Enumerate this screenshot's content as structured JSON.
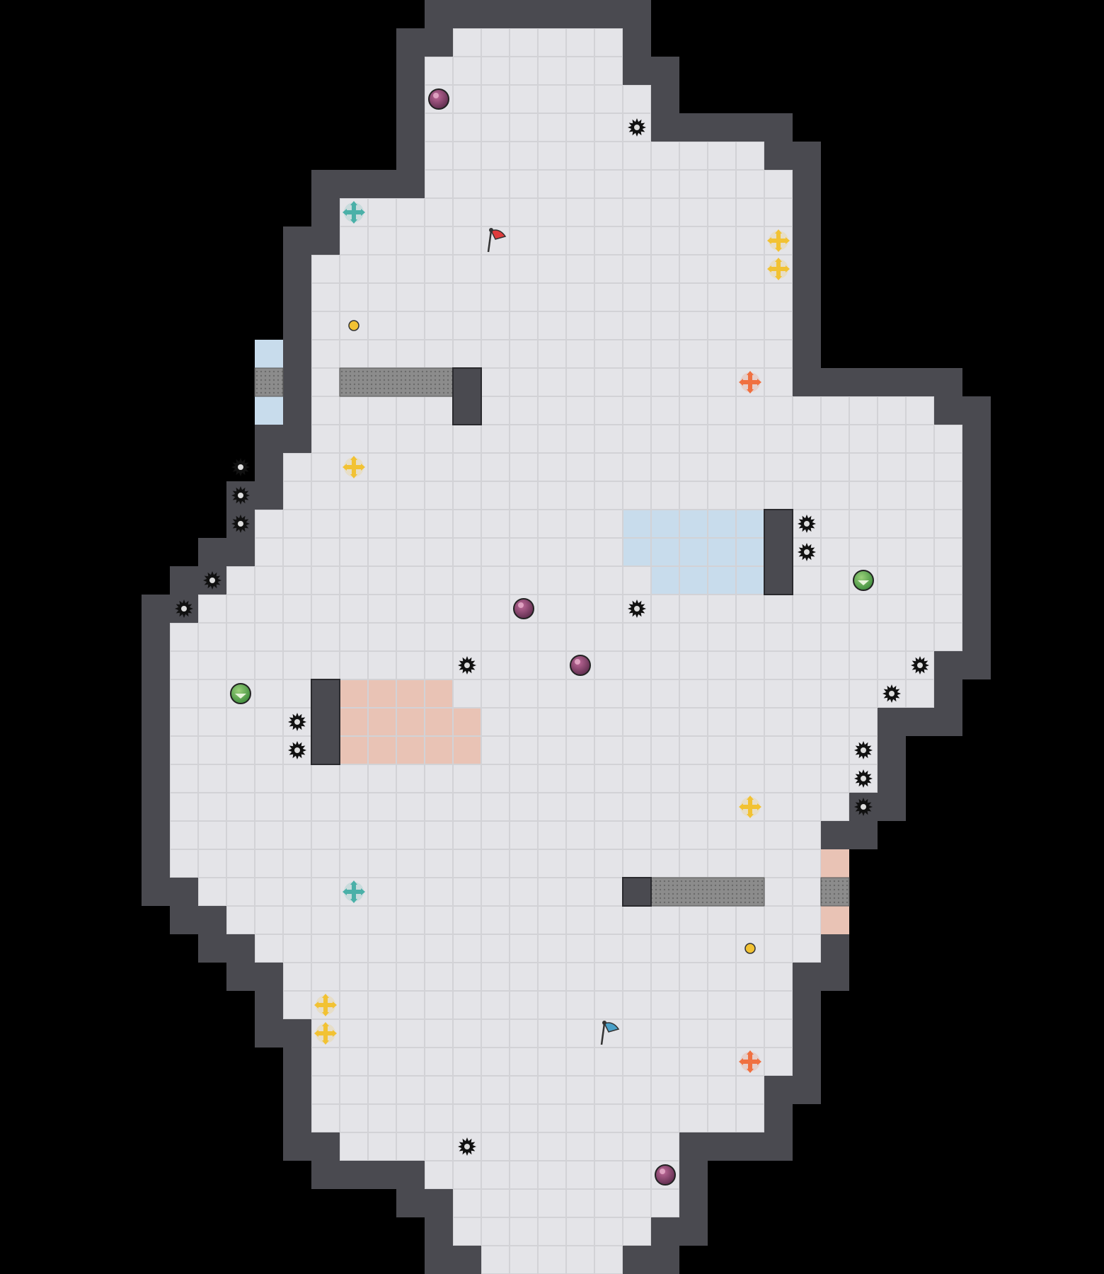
{
  "game": {
    "tile_size": 40,
    "origin": [
      0,
      0
    ],
    "columns": 39,
    "rows": 45,
    "colors": {
      "background": "#000000",
      "floor": "#e4e4e8",
      "floor_grid": "#d2d2d6",
      "wall": "#4a4a50",
      "wall_edge": "#2a2a2e",
      "wall_highlight": "#ffffff",
      "gate": "#8c8c8c",
      "red_team": "#e9c3b5",
      "blue_team": "#c8dcec",
      "spike": "#111111",
      "bomb": "#8a3a5a",
      "red_flag": "#e03c3c",
      "blue_flag": "#4aa0c8"
    },
    "regions": {
      "floor_rows": [
        [
          [
            16,
            21
          ]
        ],
        [
          [
            15,
            21
          ]
        ],
        [
          [
            15,
            22
          ]
        ],
        [
          [
            15,
            22
          ]
        ],
        [
          [
            15,
            22
          ],
          [
            23,
            26
          ]
        ],
        [
          [
            15,
            27
          ]
        ],
        [
          [
            12,
            27
          ]
        ],
        [
          [
            12,
            27
          ]
        ],
        [
          [
            11,
            27
          ]
        ],
        [
          [
            11,
            27
          ]
        ],
        [
          [
            11,
            27
          ]
        ],
        [
          [
            11,
            27
          ]
        ],
        [
          [
            11,
            27
          ]
        ],
        [
          [
            11,
            28
          ],
          [
            29,
            32
          ]
        ],
        [
          [
            11,
            33
          ]
        ],
        [
          [
            10,
            33
          ]
        ],
        [
          [
            10,
            33
          ]
        ],
        [
          [
            9,
            33
          ]
        ],
        [
          [
            9,
            33
          ]
        ],
        [
          [
            8,
            33
          ]
        ],
        [
          [
            7,
            33
          ]
        ],
        [
          [
            6,
            33
          ]
        ],
        [
          [
            6,
            32
          ]
        ],
        [
          [
            6,
            32
          ]
        ],
        [
          [
            6,
            30
          ]
        ],
        [
          [
            6,
            30
          ]
        ],
        [
          [
            6,
            30
          ]
        ],
        [
          [
            6,
            29
          ]
        ],
        [
          [
            6,
            28
          ]
        ],
        [
          [
            6,
            28
          ]
        ],
        [
          [
            7,
            28
          ]
        ],
        [
          [
            8,
            28
          ]
        ],
        [
          [
            9,
            28
          ]
        ],
        [
          [
            10,
            27
          ]
        ],
        [
          [
            10,
            27
          ]
        ],
        [
          [
            11,
            27
          ]
        ],
        [
          [
            11,
            27
          ]
        ],
        [
          [
            11,
            26
          ]
        ],
        [
          [
            11,
            26
          ]
        ],
        [
          [
            12,
            23
          ]
        ],
        [
          [
            15,
            23
          ]
        ],
        [
          [
            16,
            23
          ]
        ],
        [
          [
            16,
            22
          ]
        ],
        [
          [
            17,
            21
          ]
        ]
      ],
      "blue_zone": [
        [
          22,
          18,
          5,
          2
        ],
        [
          23,
          20,
          4,
          1
        ],
        [
          9,
          12,
          1,
          1
        ],
        [
          9,
          14,
          1,
          1
        ]
      ],
      "red_zone": [
        [
          12,
          24,
          4,
          1
        ],
        [
          12,
          25,
          5,
          2
        ],
        [
          29,
          30,
          1,
          1
        ],
        [
          29,
          32,
          1,
          1
        ]
      ],
      "gates": [
        [
          12,
          13,
          4,
          1
        ],
        [
          9,
          13,
          1,
          1
        ],
        [
          23,
          31,
          4,
          1
        ],
        [
          29,
          31,
          1,
          1
        ]
      ],
      "walls": [
        [
          16,
          13,
          1,
          2
        ],
        [
          11,
          24,
          1,
          3
        ],
        [
          27,
          18,
          1,
          3
        ],
        [
          22,
          31,
          1,
          1
        ]
      ]
    },
    "items": [
      {
        "type": "bomb",
        "col": 15,
        "row": 3
      },
      {
        "type": "bomb",
        "col": 18,
        "row": 21
      },
      {
        "type": "bomb",
        "col": 20,
        "row": 23
      },
      {
        "type": "bomb",
        "col": 23,
        "row": 41
      },
      {
        "type": "red-flag",
        "col": 17,
        "row": 8
      },
      {
        "type": "blue-flag",
        "col": 21,
        "row": 36
      },
      {
        "type": "teal-boost",
        "col": 12,
        "row": 7
      },
      {
        "type": "teal-boost",
        "col": 12,
        "row": 31
      },
      {
        "type": "yellow-boost",
        "col": 27,
        "row": 8
      },
      {
        "type": "yellow-boost",
        "col": 27,
        "row": 9
      },
      {
        "type": "yellow-boost",
        "col": 12,
        "row": 16
      },
      {
        "type": "yellow-boost",
        "col": 26,
        "row": 28
      },
      {
        "type": "yellow-boost",
        "col": 11,
        "row": 35
      },
      {
        "type": "yellow-boost",
        "col": 11,
        "row": 36
      },
      {
        "type": "red-boost",
        "col": 26,
        "row": 13
      },
      {
        "type": "red-boost",
        "col": 26,
        "row": 37
      },
      {
        "type": "powerup",
        "col": 30,
        "row": 20
      },
      {
        "type": "powerup",
        "col": 8,
        "row": 24
      },
      {
        "type": "small-coin",
        "col": 12,
        "row": 11
      },
      {
        "type": "small-coin",
        "col": 26,
        "row": 33
      },
      {
        "type": "spike",
        "col": 22,
        "row": 4
      },
      {
        "type": "spike",
        "col": 8,
        "row": 16
      },
      {
        "type": "spike",
        "col": 8,
        "row": 17
      },
      {
        "type": "spike",
        "col": 8,
        "row": 18
      },
      {
        "type": "spike",
        "col": 7,
        "row": 20
      },
      {
        "type": "spike",
        "col": 6,
        "row": 21
      },
      {
        "type": "spike",
        "col": 28,
        "row": 18
      },
      {
        "type": "spike",
        "col": 28,
        "row": 19
      },
      {
        "type": "spike",
        "col": 22,
        "row": 21
      },
      {
        "type": "spike",
        "col": 16,
        "row": 23
      },
      {
        "type": "spike",
        "col": 10,
        "row": 25
      },
      {
        "type": "spike",
        "col": 10,
        "row": 26
      },
      {
        "type": "spike",
        "col": 32,
        "row": 23
      },
      {
        "type": "spike",
        "col": 31,
        "row": 24
      },
      {
        "type": "spike",
        "col": 30,
        "row": 26
      },
      {
        "type": "spike",
        "col": 30,
        "row": 27
      },
      {
        "type": "spike",
        "col": 30,
        "row": 28
      },
      {
        "type": "spike",
        "col": 16,
        "row": 40
      }
    ]
  }
}
